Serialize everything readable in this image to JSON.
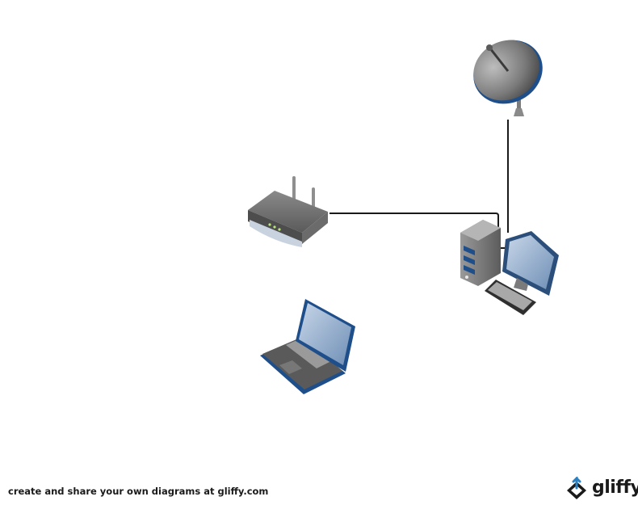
{
  "footer": {
    "text": "create and share your own diagrams at gliffy.com"
  },
  "brand": {
    "name": "gliffy",
    "accent": "#2a7fc1"
  },
  "colors": {
    "connector": "#1a1a1a",
    "device_dark": "#4a4a4a",
    "device_blue": "#1f4f8a",
    "screen_blue": "#6f8fb6"
  },
  "nodes": [
    {
      "id": "satellite-dish",
      "icon": "satellite-dish-icon"
    },
    {
      "id": "router",
      "icon": "wireless-router-icon"
    },
    {
      "id": "desktop",
      "icon": "desktop-computer-icon"
    },
    {
      "id": "laptop",
      "icon": "laptop-icon"
    }
  ],
  "edges": [
    {
      "from": "router",
      "to": "desktop"
    },
    {
      "from": "satellite-dish",
      "to": "desktop"
    }
  ]
}
